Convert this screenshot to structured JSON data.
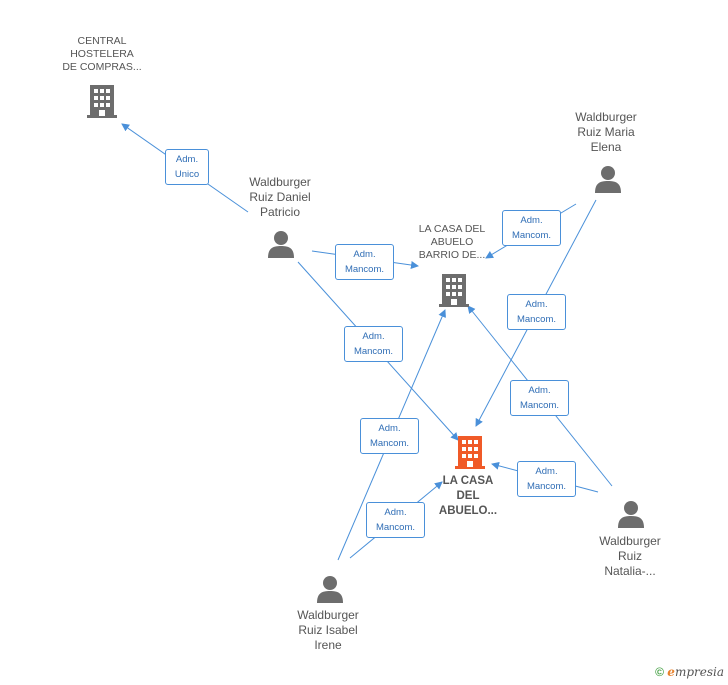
{
  "nodes": {
    "central": "CENTRAL\nHOSTELERA\nDE COMPRAS...",
    "daniel": "Waldburger\nRuiz Daniel\nPatricio",
    "maria": "Waldburger\nRuiz Maria\nElena",
    "barrio": "LA CASA DEL\nABUELO\nBARRIO DE...",
    "focus": "LA CASA\nDEL\nABUELO...",
    "natalia": "Waldburger\nRuiz\nNatalia-...",
    "isabel": "Waldburger\nRuiz Isabel\nIrene"
  },
  "edge_labels": {
    "e1": "Adm.\nUnico",
    "e2": "Adm.\nMancom.",
    "e3": "Adm.\nMancom.",
    "e4": "Adm.\nMancom.",
    "e5": "Adm.\nMancom.",
    "e6": "Adm.\nMancom.",
    "e7": "Adm.\nMancom.",
    "e8": "Adm.\nMancom.",
    "e9": "Adm.\nMancom."
  },
  "footer": {
    "copyright": "©",
    "brand_e": "e",
    "brand_rest": "mpresia"
  },
  "colors": {
    "edge": "#4a90d9",
    "company": "#6d6d6d",
    "focus_company": "#f05a28",
    "person": "#6d6d6d"
  },
  "icons": {
    "company": "building-icon",
    "person": "person-icon"
  }
}
